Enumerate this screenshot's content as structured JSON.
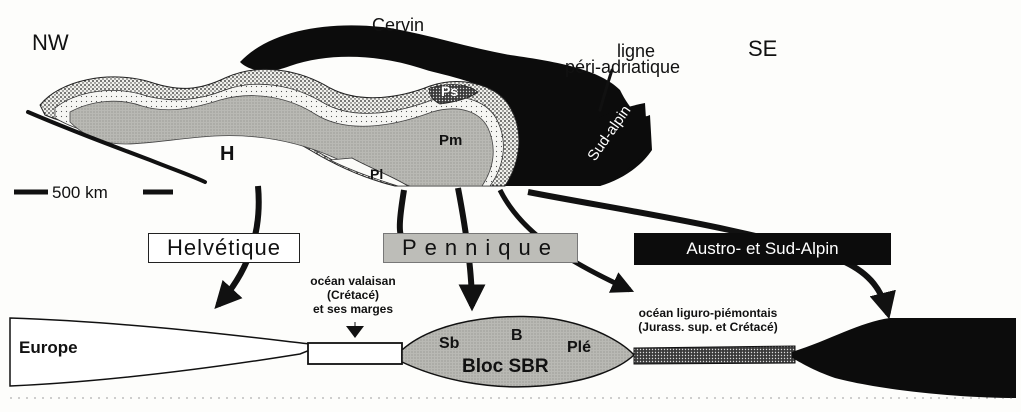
{
  "orientation": {
    "left": "NW",
    "right": "SE"
  },
  "top_labels": {
    "cervin": "Cervin",
    "ligne_line1": "ligne",
    "ligne_line2": "péri-adriatique",
    "sud_alpin": "Sud-alpin",
    "ps": "Ps",
    "pm": "Pm",
    "pl": "Pl",
    "h": "H"
  },
  "scale_bar": {
    "label": "500 km"
  },
  "domain_boxes": {
    "helvetique": "Helvétique",
    "pennique": "Pennique",
    "austro": "Austro- et Sud-Alpin"
  },
  "bottom_labels": {
    "europe": "Europe",
    "valaisan_line1": "océan valaisan",
    "valaisan_line2": "(Crétacé)",
    "valaisan_line3": "et ses marges",
    "ligure_line1": "océan liguro-piémontais",
    "ligure_line2": "(Jurass. sup. et Crétacé)",
    "sb": "Sb",
    "b": "B",
    "ple": "Plé",
    "bloc_sbr": "Bloc SBR"
  },
  "colors": {
    "black_unit": "#0c0c0c",
    "pennique_grey": "#bdbdb8",
    "dotted_fill": "#e9e9e4",
    "stroke": "#111111"
  }
}
